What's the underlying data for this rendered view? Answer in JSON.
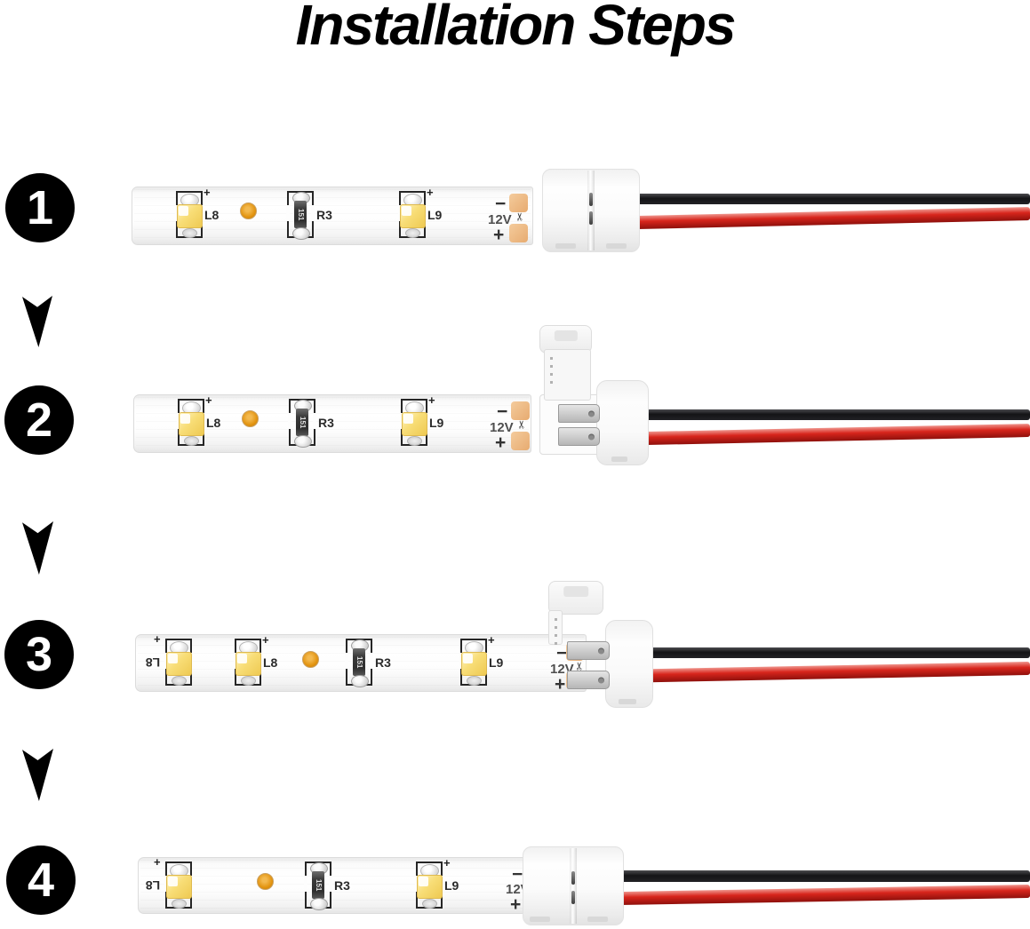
{
  "title": "Installation Steps",
  "icons": {
    "scissors": "✂"
  },
  "colors": {
    "background": "#ffffff",
    "title_text": "#000000",
    "step_badge_bg": "#000000",
    "step_badge_text": "#ffffff",
    "wire_black": "#1b1b1d",
    "wire_red": "#d6251c",
    "copper_pad": "#eab074",
    "led_yellow": "#f6d96f",
    "solder_dot_orange": "#e2930f",
    "connector_white": "#fafafa",
    "strip_outline": "#dcdcdc"
  },
  "steps": [
    {
      "number": "1",
      "connector_state": "closed clip, separate from strip",
      "strip": {
        "components": [
          {
            "type": "led",
            "plus": "+",
            "label": "L8"
          },
          {
            "type": "solder_dot"
          },
          {
            "type": "resistor",
            "label": "R3",
            "code": "151"
          },
          {
            "type": "led",
            "plus": "+",
            "label": "L9"
          }
        ],
        "end": {
          "minus": "−",
          "voltage": "12V",
          "plus": "+"
        }
      },
      "wires": {
        "top": "black",
        "bottom": "red"
      }
    },
    {
      "number": "2",
      "connector_state": "clip lifted open, separate from strip",
      "strip": {
        "components": [
          {
            "type": "led",
            "plus": "+",
            "label": "L8"
          },
          {
            "type": "solder_dot"
          },
          {
            "type": "resistor",
            "label": "R3",
            "code": "151"
          },
          {
            "type": "led",
            "plus": "+",
            "label": "L9"
          }
        ],
        "end": {
          "minus": "−",
          "voltage": "12V",
          "plus": "+"
        }
      },
      "wires": {
        "top": "black",
        "bottom": "red"
      }
    },
    {
      "number": "3",
      "connector_state": "strip inserted, clip still open",
      "strip": {
        "components": [
          {
            "type": "led",
            "plus": "+",
            "label": "L8",
            "flipped": true
          },
          {
            "type": "led",
            "plus": "+",
            "label": "L8"
          },
          {
            "type": "solder_dot"
          },
          {
            "type": "resistor",
            "label": "R3",
            "code": "151"
          },
          {
            "type": "led",
            "plus": "+",
            "label": "L9"
          }
        ],
        "end": {
          "minus": "−",
          "voltage": "12V",
          "plus": "+"
        }
      },
      "wires": {
        "top": "black",
        "bottom": "red"
      }
    },
    {
      "number": "4",
      "connector_state": "strip inserted, clip snapped closed",
      "strip": {
        "components": [
          {
            "type": "led",
            "plus": "+",
            "label": "L8",
            "flipped": true
          },
          {
            "type": "solder_dot"
          },
          {
            "type": "resistor",
            "label": "R3",
            "code": "151"
          },
          {
            "type": "led",
            "plus": "+",
            "label": "L9"
          }
        ],
        "end": {
          "minus": "−",
          "voltage": "12V",
          "plus": "+"
        }
      },
      "wires": {
        "top": "black",
        "bottom": "red"
      }
    }
  ]
}
